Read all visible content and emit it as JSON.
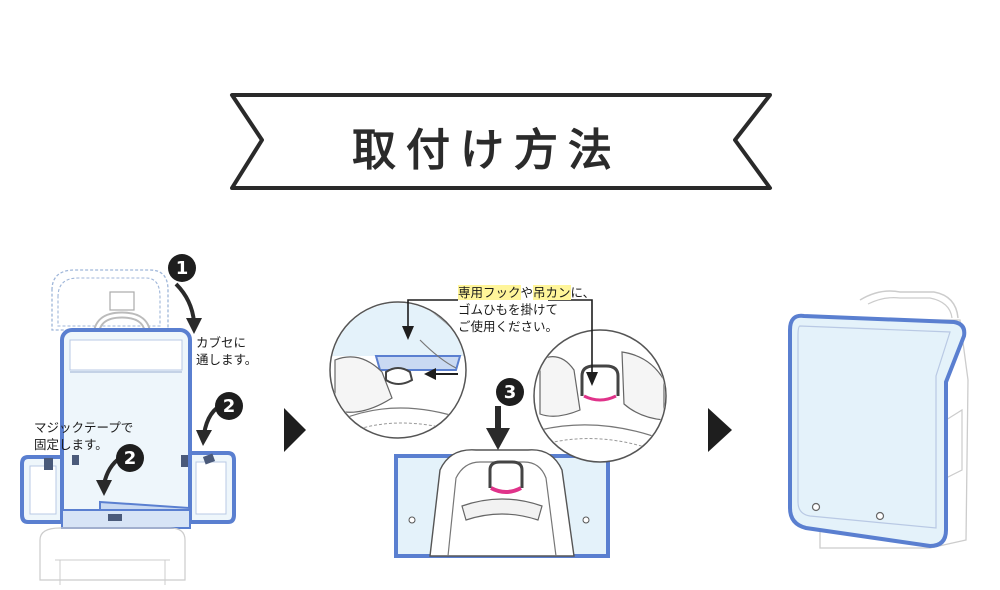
{
  "title": "取付け方法",
  "step1": {
    "number": "1",
    "label_line1": "カブセに",
    "label_line2": "通します。"
  },
  "step2": {
    "number": "2",
    "label_line1": "マジックテープで",
    "label_line2": "固定します。"
  },
  "step3": {
    "number": "3",
    "note_highlight1": "専用フック",
    "note_mid1": "や",
    "note_highlight2": "吊カン",
    "note_end1": "に、",
    "note_line2": "ゴムひもを掛けて",
    "note_line3": "ご使用ください。"
  },
  "colors": {
    "cover_blue": "#5a7fd0",
    "cover_fill": "#e4f2fa",
    "hook_pink": "#e0338a",
    "highlight_yellow": "#fff59a",
    "arrow_dark": "#2a2a2a"
  }
}
